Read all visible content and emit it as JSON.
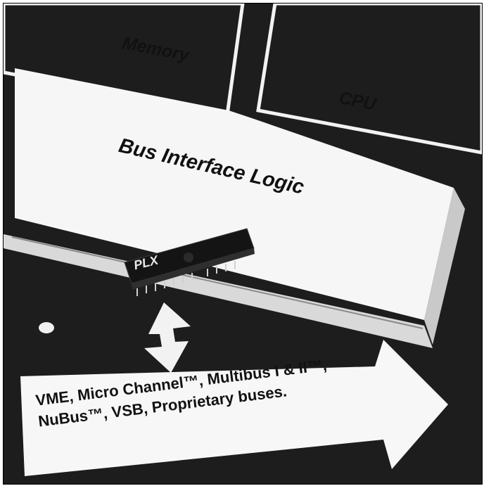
{
  "diagram": {
    "memory_label": "Memory",
    "cpu_label": "CPU",
    "bus_logic_label": "Bus Interface Logic",
    "chip_logo": "PLX",
    "bus_lines": [
      "VME, Micro Channel™, Multibus I & II™,",
      "NuBus™, VSB, Proprietary buses."
    ]
  },
  "colors": {
    "background": "#1d1d1d",
    "panel": "#ffffff",
    "chip": "#141414"
  }
}
